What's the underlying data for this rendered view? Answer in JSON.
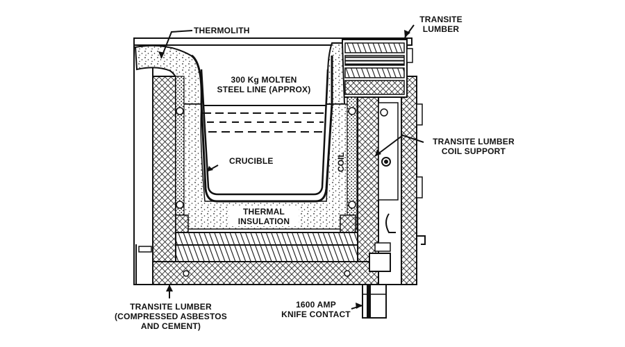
{
  "labels": {
    "thermolith": "THERMOLITH",
    "transite_top_1": "TRANSITE",
    "transite_top_2": "LUMBER",
    "molten_1": "300 Kg MOLTEN",
    "molten_2": "STEEL LINE (APPROX)",
    "crucible": "CRUCIBLE",
    "coil": "COIL",
    "coil_support_1": "TRANSITE LUMBER",
    "coil_support_2": "COIL SUPPORT",
    "thermal_1": "THERMAL",
    "thermal_2": "INSULATION",
    "transite_bottom_1": "TRANSITE LUMBER",
    "transite_bottom_2": "(COMPRESSED  ASBESTOS",
    "transite_bottom_3": "AND CEMENT)",
    "knife_1": "1600 AMP",
    "knife_2": "KNIFE CONTACT"
  },
  "colors": {
    "ink": "#111111",
    "background": "#ffffff",
    "hatch_fill": "#d8d8d8"
  }
}
